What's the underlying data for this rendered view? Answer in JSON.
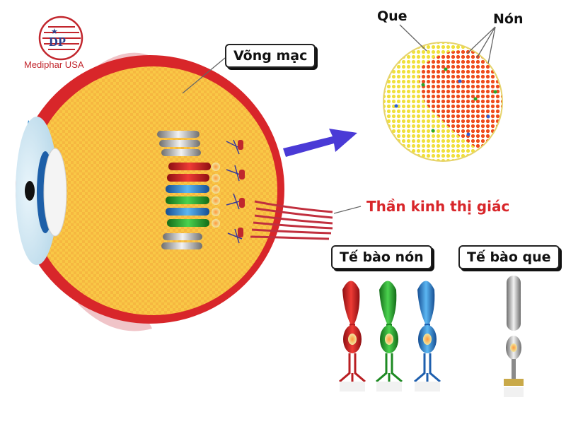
{
  "logo": {
    "text": "Mediphar USA",
    "monogram": "DP"
  },
  "labels": {
    "retina": "Võng mạc",
    "rod": "Que",
    "cone": "Nón",
    "optic_nerve": "Thần kinh thị giác",
    "cone_cells": "Tế bào nón",
    "rod_cells": "Tế bào que"
  },
  "colors": {
    "eye_outer": "#d8262a",
    "retina_fill": "#f7c341",
    "cone_red": "#d8262a",
    "cone_green": "#2aa62e",
    "cone_blue": "#2d7fd6",
    "rod_gray": "#9a9a9a",
    "arrow": "#4a3ad6"
  }
}
